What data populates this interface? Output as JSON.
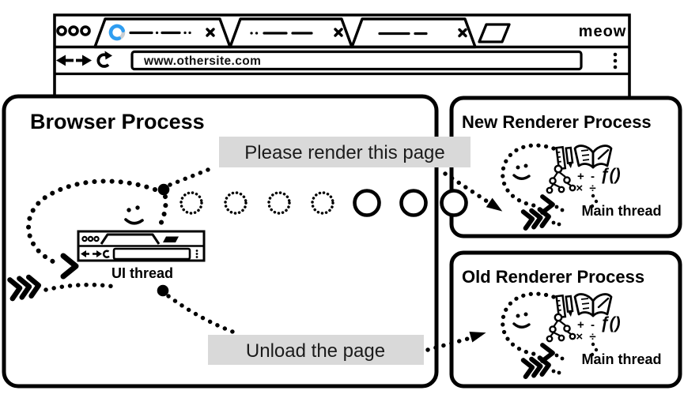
{
  "colors": {
    "accent_blue": "#2e9df1",
    "spinner_track": "#c9ced3",
    "label_bg": "#d9d9d9",
    "ink": "#000000"
  },
  "browser_window": {
    "url": "www.othersite.com",
    "brand": "meow"
  },
  "processes": {
    "browser": {
      "title": "Browser Process",
      "thread_label": "UI thread"
    },
    "new_renderer": {
      "title": "New Renderer Process",
      "thread_label": "Main thread"
    },
    "old_renderer": {
      "title": "Old Renderer Process",
      "thread_label": "Main thread"
    }
  },
  "messages": {
    "render": "Please render this page",
    "unload": "Unload the page"
  },
  "glyphs": {
    "function": "ƒ()",
    "math_top": "+ -",
    "math_bottom": "× ÷"
  }
}
